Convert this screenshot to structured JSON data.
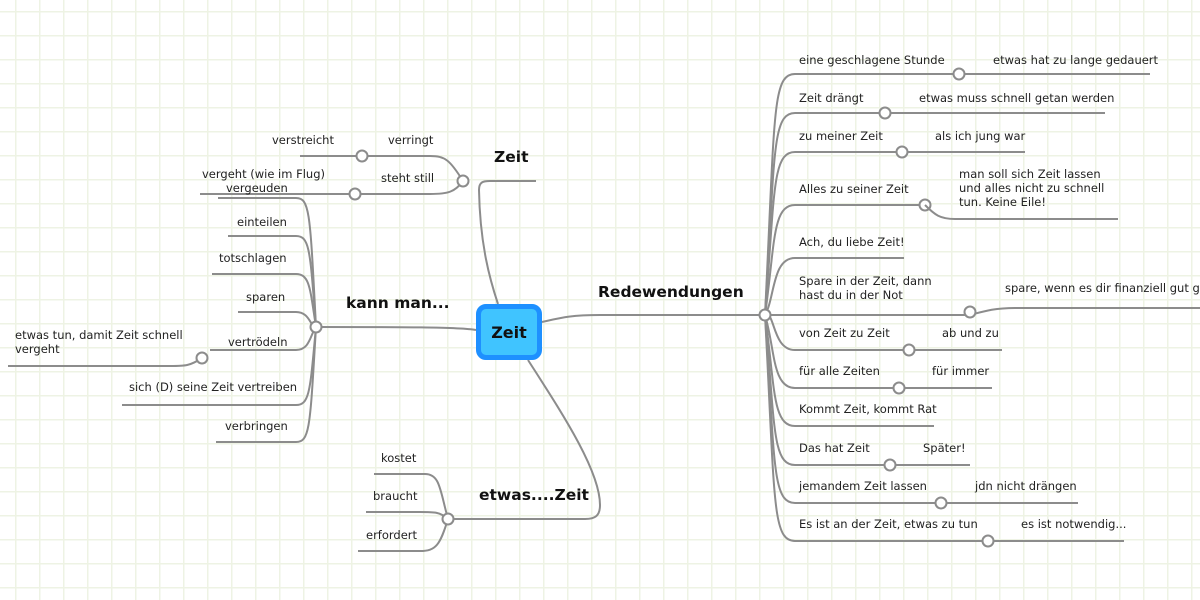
{
  "colors": {
    "line": "#8c8c8c",
    "root_fill": "#40c4ff",
    "root_border": "#1e90ff",
    "grid": "#eef3e4"
  },
  "root": {
    "label": "Zeit"
  },
  "branches": {
    "zeit": {
      "label": "Zeit",
      "items": [
        {
          "label": "verringt",
          "note": "verstreicht"
        },
        {
          "label": "steht still",
          "note": "vergeht (wie im Flug)"
        }
      ]
    },
    "kann_man": {
      "label": "kann man...",
      "items": [
        {
          "label": "vergeuden"
        },
        {
          "label": "einteilen"
        },
        {
          "label": "totschlagen"
        },
        {
          "label": "sparen"
        },
        {
          "label": "vertrödeln",
          "note": "etwas tun, damit Zeit schnell vergeht"
        },
        {
          "label": "sich (D) seine Zeit vertreiben"
        },
        {
          "label": "verbringen"
        }
      ]
    },
    "etwas_zeit": {
      "label": "etwas....Zeit",
      "items": [
        {
          "label": "kostet"
        },
        {
          "label": "braucht"
        },
        {
          "label": "erfordert"
        }
      ]
    },
    "redewendungen": {
      "label": "Redewendungen",
      "items": [
        {
          "label": "eine geschlagene Stunde",
          "note": "etwas hat zu lange gedauert"
        },
        {
          "label": "Zeit drängt",
          "note": "etwas muss schnell getan werden"
        },
        {
          "label": "zu meiner Zeit",
          "note": "als ich jung war"
        },
        {
          "label": "Alles zu seiner Zeit",
          "note": "man soll sich Zeit lassen und alles nicht zu schnell tun. Keine Eile!"
        },
        {
          "label": "Ach, du liebe Zeit!"
        },
        {
          "label": "Spare in der Zeit, dann hast du in der Not",
          "note": "spare, wenn es dir finanziell gut geht"
        },
        {
          "label": "von Zeit zu Zeit",
          "note": "ab und zu"
        },
        {
          "label": "für alle Zeiten",
          "note": "für immer"
        },
        {
          "label": "Kommt Zeit, kommt Rat"
        },
        {
          "label": "Das hat Zeit",
          "note": "Später!"
        },
        {
          "label": "jemandem Zeit lassen",
          "note": "jdn nicht drängen"
        },
        {
          "label": "Es ist an der Zeit, etwas zu tun",
          "note": "es ist notwendig..."
        }
      ]
    }
  }
}
